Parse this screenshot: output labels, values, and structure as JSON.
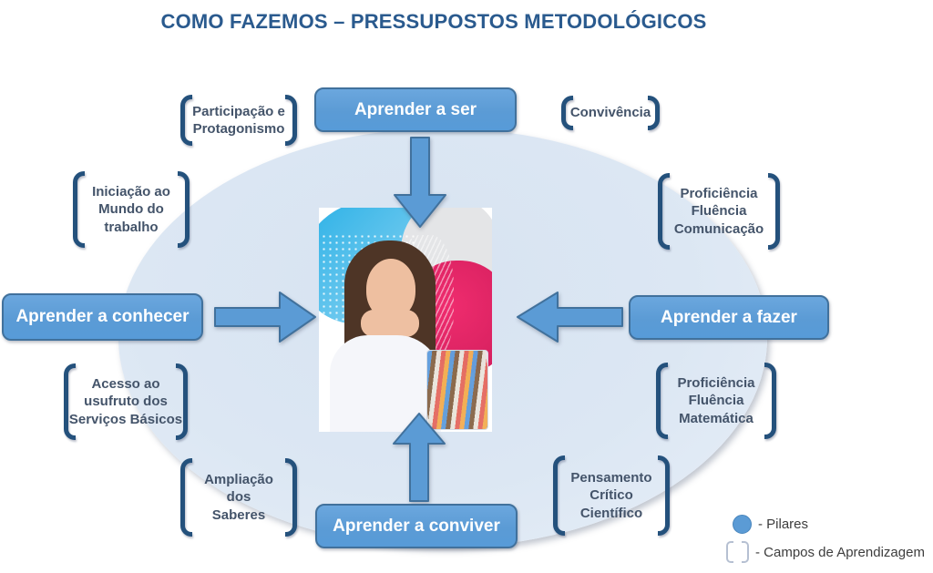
{
  "title": "COMO FAZEMOS – PRESSUPOSTOS METODOLÓGICOS",
  "pillars": [
    {
      "id": "ser",
      "label": "Aprender a ser"
    },
    {
      "id": "conhecer",
      "label": "Aprender a conhecer"
    },
    {
      "id": "fazer",
      "label": "Aprender a fazer"
    },
    {
      "id": "conviver",
      "label": "Aprender a conviver"
    }
  ],
  "campos": [
    {
      "id": "participacao-protagonismo",
      "label": "Participação e\nProtagonismo"
    },
    {
      "id": "convivencia",
      "label": "Convivência"
    },
    {
      "id": "iniciacao-mundo-trabalho",
      "label": "Iniciação ao\nMundo do\ntrabalho"
    },
    {
      "id": "proficiencia-fluencia-comunicacao",
      "label": "Proficiência\nFluência\nComunicação"
    },
    {
      "id": "acesso-servicos-basicos",
      "label": "Acesso ao\nusufruto dos\nServiços Básicos"
    },
    {
      "id": "proficiencia-fluencia-matematica",
      "label": "Proficiência\nFluência\nMatemática"
    },
    {
      "id": "ampliacao-saberes",
      "label": "Ampliação\ndos\nSaberes"
    },
    {
      "id": "pensamento-critico-cientifico",
      "label": "Pensamento\nCrítico\nCientífico"
    }
  ],
  "legend": {
    "pilares_label": "- Pilares",
    "campos_label": "- Campos de Aprendizagem"
  },
  "icons": {
    "arrow_down": "block-arrow-down",
    "arrow_up": "block-arrow-up",
    "arrow_right": "block-arrow-right",
    "arrow_left": "block-arrow-left",
    "legend_circle": "filled-circle",
    "legend_brackets": "square-brackets"
  },
  "colors": {
    "title_text": "#2a5a8e",
    "pillar_fill": "#5b9bd5",
    "pillar_border": "#41719c",
    "bracket_stroke": "#24517c",
    "campo_text": "#44546a",
    "ellipse_fill": "#dce7f3",
    "legend_text": "#3d3d3d"
  }
}
